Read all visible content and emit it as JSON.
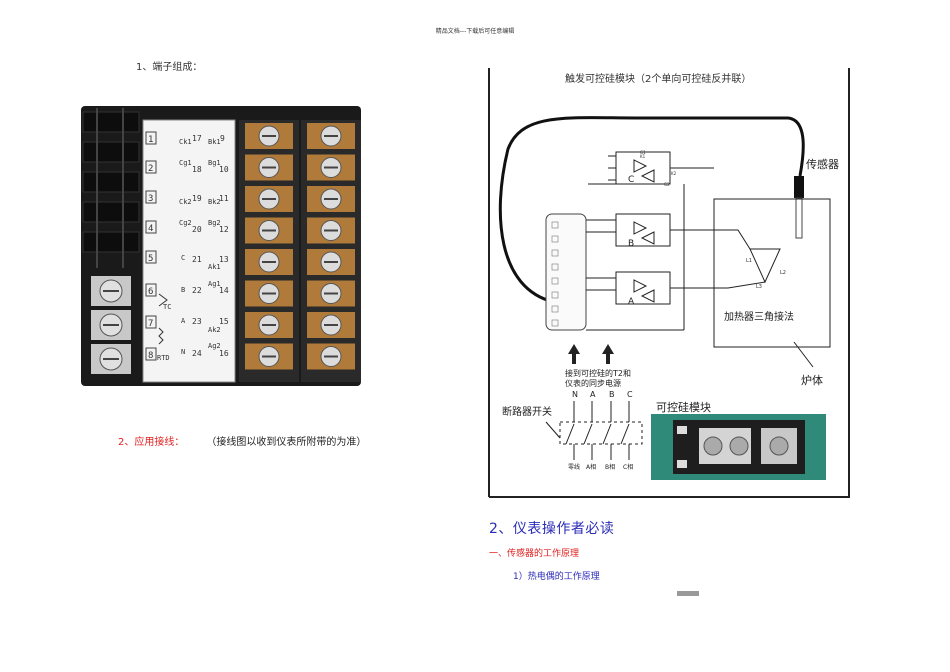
{
  "header_note": "精品文档---下载后可任意编辑",
  "section1_title": "1、端子组成：",
  "section2": {
    "label": "2、应用接线：",
    "note": "（接线图以收到仪表所附带的为准）"
  },
  "terminal_block": {
    "numbers": [
      "1",
      "2",
      "3",
      "4",
      "5",
      "6",
      "7",
      "8"
    ],
    "right_numbers": [
      "9",
      "10",
      "11",
      "12",
      "13",
      "14",
      "15",
      "16"
    ],
    "mid_numbers": [
      "17",
      "18",
      "19",
      "20",
      "21",
      "22",
      "23",
      "24"
    ],
    "labels_left": [
      "Ck1",
      "Cg1",
      "Ck2",
      "Cg2",
      "C",
      "B",
      "A",
      "N"
    ],
    "labels_right": [
      "Bk1",
      "Bg1",
      "Bk2",
      "Bg2",
      "Ak1",
      "Ag1",
      "Ak2",
      "Ag2"
    ],
    "tc": "TC",
    "rtd": "RTD"
  },
  "diagram": {
    "title": "触发可控硅模块（2个单向可控硅反并联）",
    "sensor": "传感器",
    "phases": [
      "C",
      "B",
      "A"
    ],
    "heater": "加热器三角接法",
    "furnace": "炉体",
    "sync_note_line1": "接到可控硅的T2和",
    "sync_note_line2": "仪表的同步电源",
    "breaker": "断路器开关",
    "scr_module": "可控硅模块",
    "lines_top": [
      "N",
      "A",
      "B",
      "C"
    ],
    "lines_bottom": [
      "零线",
      "A相",
      "B相",
      "C相"
    ],
    "coil_labels": [
      "L1",
      "L2",
      "L3"
    ],
    "scr_labels": [
      "K1",
      "G1",
      "K2",
      "G2"
    ]
  },
  "section_title_2": "2、仪表操作者必读",
  "subsection_1": "一、传感器的工作原理",
  "subsection_1_1": "1）热电偶的工作原理"
}
